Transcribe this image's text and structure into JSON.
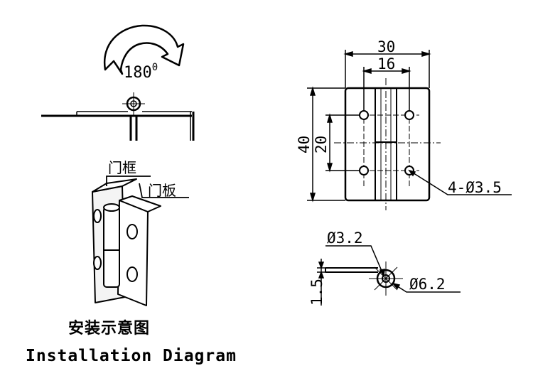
{
  "installation": {
    "rotation_value": "180",
    "rotation_unit": "0",
    "label_frame": "门框",
    "label_door": "门板",
    "caption_cn": "安装示意图",
    "caption_en": "Installation Diagram"
  },
  "dimensions": {
    "width_total": "30",
    "width_inner": "16",
    "height_total": "40",
    "height_half": "20",
    "holes": "4-Ø3.5",
    "pin_hole": "Ø3.2",
    "knuckle": "Ø6.2",
    "thickness": "1.5"
  }
}
